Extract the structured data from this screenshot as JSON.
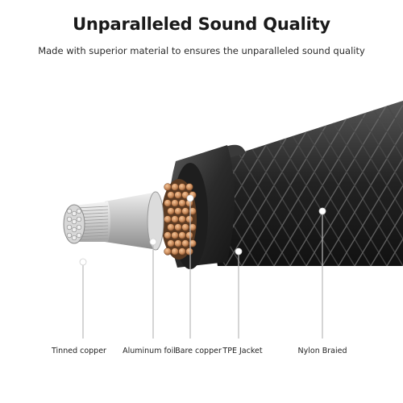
{
  "header": {
    "title": "Unparalleled Sound Quality",
    "subtitle": "Made with superior material to ensures the unparalleled sound quality"
  },
  "labels": [
    {
      "id": "tinned",
      "text": "Tinned copper"
    },
    {
      "id": "aluminum",
      "text": "Aluminum foil"
    },
    {
      "id": "bare",
      "text": "Bare copper"
    },
    {
      "id": "tpe",
      "text": "TPE Jacket"
    },
    {
      "id": "nylon",
      "text": "Nylon Braied"
    }
  ],
  "colors": {
    "wave_blue": "#3d7cf0",
    "wave_purple": "#8a3cf2",
    "wave_magenta": "#d04ad8",
    "copper": "#c98a5a",
    "jacket": "#2a2a2a",
    "braid": "#3a3a3a"
  }
}
